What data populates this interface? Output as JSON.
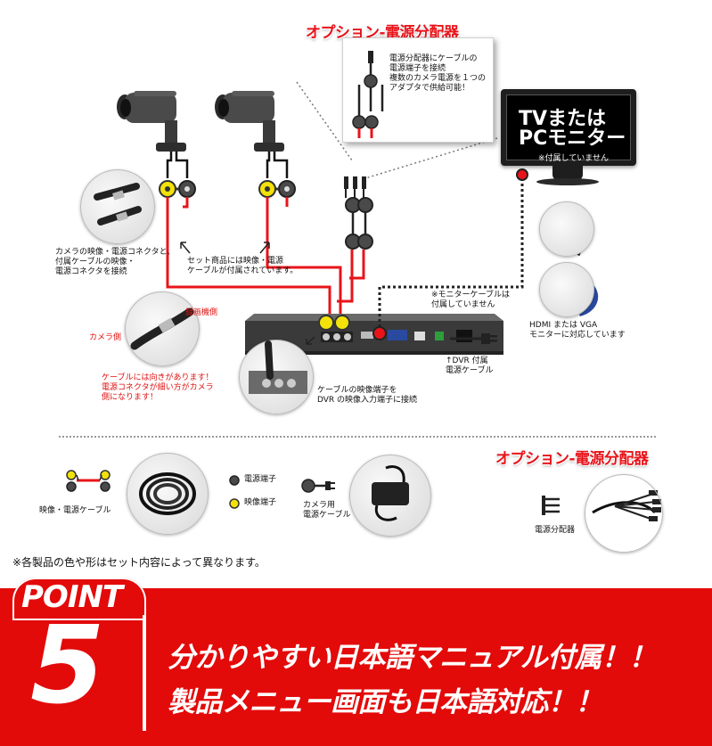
{
  "option_title_top": "オプション-電源分配器",
  "option_title_mid": "オプション-電源分配器",
  "callout_text": "電源分配器にケーブルの\n電源端子を接続\n複数のカメラ電源を１つの\nアダプタで供給可能！",
  "monitor": {
    "line1": "TVまたは",
    "line2": "PCモニター",
    "note": "※付属していません"
  },
  "labels": {
    "camera_connector": "カメラの映像・電源コネクタと、\n付属ケーブルの映像・\n電源コネクタを接続",
    "set_cables": "セット商品には映像・電源\nケーブルが付属されています。",
    "monitor_cable": "※モニターケーブルは\n付属していません",
    "hdmi_vga": "HDMI または VGA\nモニターに対応しています",
    "dvr_side": "録画機側",
    "camera_side": "カメラ側",
    "direction_warning": "ケーブルには向きがあります！\n電源コネクタが細い方がカメラ\n側になります！",
    "dvr_power": "↑DVR 付属\n電源ケーブル",
    "video_input": "ケーブルの映像端子を\nDVR の映像入力端子に接続"
  },
  "legend": {
    "cable": "映像・電源ケーブル",
    "power_terminal": "電源端子",
    "video_terminal": "映像端子",
    "camera_power_cable": "カメラ用\n電源ケーブル",
    "splitter": "電源分配器"
  },
  "footnote": "※各製品の色や形はセット内容によって異なります。",
  "point": {
    "label": "POINT",
    "number": "5",
    "line1": "分かりやすい日本語マニュアル付属！！",
    "line2": "製品メニュー画面も日本語対応！！"
  },
  "colors": {
    "accent_red": "#e30a0a",
    "cable_red": "#e8141a",
    "video_yellow": "#f2e20a",
    "power_dark": "#3a3a3a"
  }
}
